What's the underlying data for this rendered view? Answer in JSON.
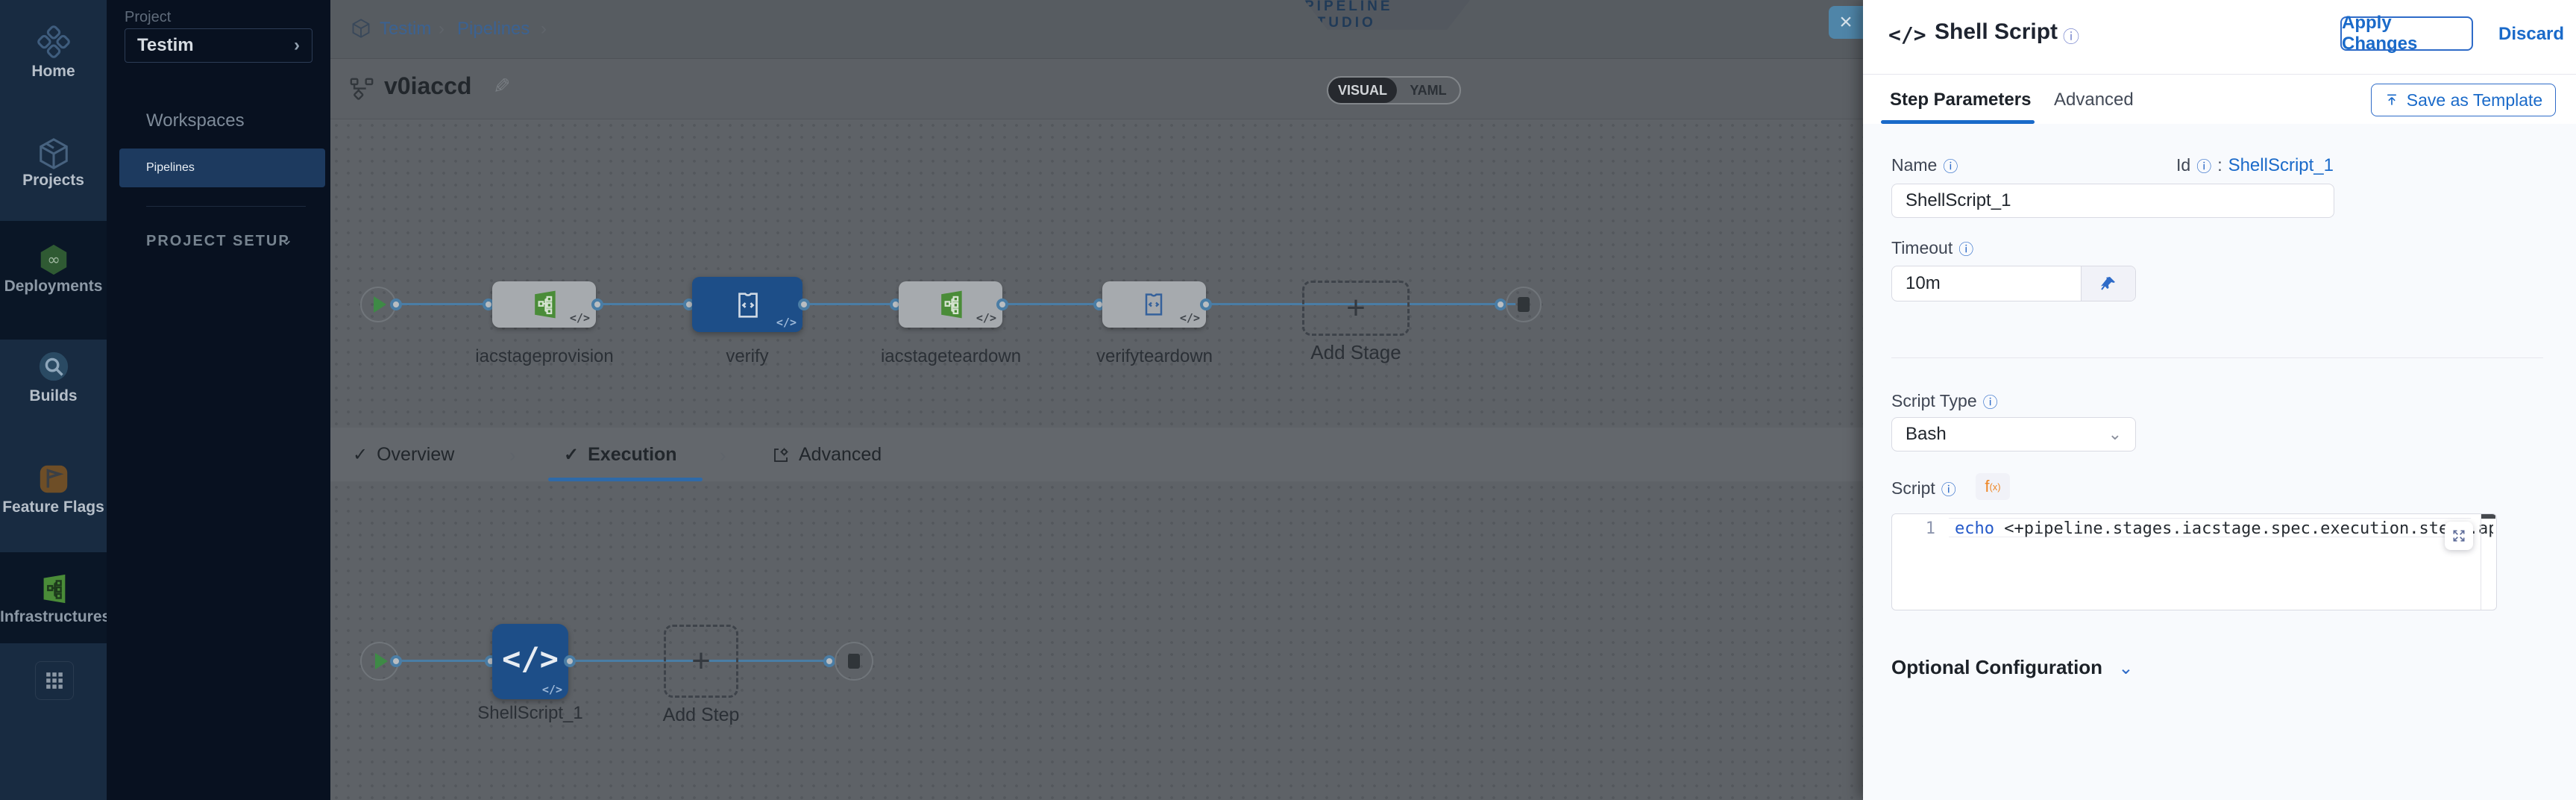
{
  "sidebar": {
    "items": [
      {
        "label": "Home"
      },
      {
        "label": "Projects"
      },
      {
        "label": "Deployments"
      },
      {
        "label": "Builds"
      },
      {
        "label": "Feature Flags"
      },
      {
        "label": "Infrastructures"
      }
    ]
  },
  "project_nav": {
    "section_label": "Project",
    "project_name": "Testim",
    "workspaces_label": "Workspaces",
    "pipelines_label": "Pipelines",
    "setup_label": "PROJECT SETUP"
  },
  "header": {
    "breadcrumb": {
      "crumb1": "Testim",
      "crumb2": "Pipelines",
      "sep": "›"
    },
    "pipeline_title": "v0iaccd",
    "studio_banner": "PIPELINE STUDIO",
    "view_toggle": {
      "visual": "VISUAL",
      "yaml": "YAML",
      "selected": "VISUAL"
    }
  },
  "stage_graph": {
    "stages": [
      {
        "name": "iacstageprovision",
        "type": "infrastructure"
      },
      {
        "name": "verify",
        "type": "custom",
        "selected": true
      },
      {
        "name": "iacstageteardown",
        "type": "infrastructure"
      },
      {
        "name": "verifyteardown",
        "type": "custom"
      }
    ],
    "add_stage_label": "Add Stage",
    "plus": "+"
  },
  "stage_tabs": {
    "overview": "Overview",
    "execution": "Execution",
    "advanced": "Advanced",
    "active": "Execution",
    "check": "✓",
    "sep": "›"
  },
  "execution_graph": {
    "step_name": "ShellScript_1",
    "step_icon": "</>",
    "add_step_label": "Add Step",
    "plus": "+"
  },
  "drawer": {
    "title": "Shell Script",
    "title_icon": "</>",
    "info_icon": "ⓘ",
    "apply_button": "Apply Changes",
    "discard_button": "Discard",
    "tabs": {
      "step_parameters": "Step Parameters",
      "advanced": "Advanced",
      "active": "Step Parameters"
    },
    "save_as_template": "Save as Template",
    "fields": {
      "name_label": "Name",
      "name_value": "ShellScript_1",
      "id_label": "Id",
      "id_sep": ":",
      "id_value": "ShellScript_1",
      "timeout_label": "Timeout",
      "timeout_value": "10m",
      "script_type_label": "Script Type",
      "script_type_value": "Bash",
      "script_label": "Script",
      "fx_badge": "f",
      "fx_sub": "(x)"
    },
    "editor": {
      "line_number": "1",
      "code_keyword": "echo",
      "code_rest": " <+pipeline.stages.iacstage.spec.execution.steps.appl"
    },
    "optional_configuration": "Optional Configuration",
    "accent_color": "#1a6ac9"
  },
  "close_button": {
    "icon": "×"
  }
}
